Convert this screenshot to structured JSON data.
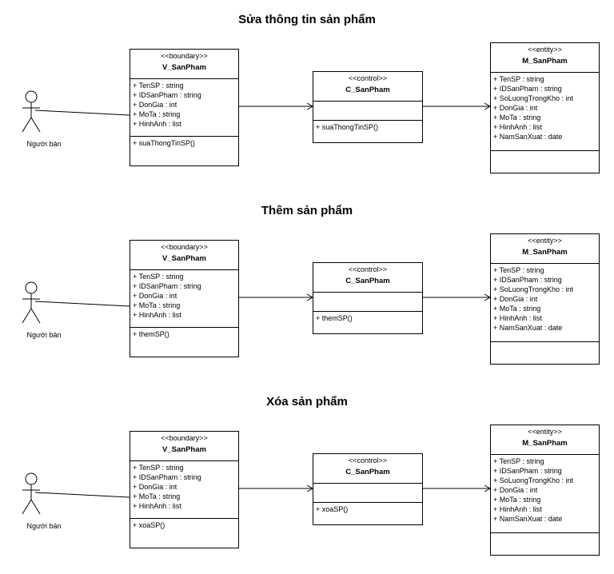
{
  "sections": [
    {
      "title": "Sửa thông tin sản phẩm",
      "actor": "Người bán",
      "boundary": {
        "stereotype": "<<boundary>>",
        "name": "V_SanPham",
        "attributes": [
          "+ TenSP : string",
          "+ IDSanPham : string",
          "+ DonGia : int",
          "+ MoTa : string",
          "+ HinhAnh : list"
        ],
        "operations": [
          "+ suaThongTinSP()"
        ]
      },
      "control": {
        "stereotype": "<<control>>",
        "name": "C_SanPham",
        "operations": [
          "+ suaThongTinSP()"
        ]
      },
      "entity": {
        "stereotype": "<<entity>>",
        "name": "M_SanPham",
        "attributes": [
          "+ TenSP : string",
          "+ IDSanPham : string",
          "+ SoLuongTrongKho : int",
          "+ DonGia : int",
          "+ MoTa : string",
          "+ HinhAnh : list",
          "+ NamSanXuat : date"
        ]
      }
    },
    {
      "title": "Thêm sản phẩm",
      "actor": "Người bán",
      "boundary": {
        "stereotype": "<<boundary>>",
        "name": "V_SanPham",
        "attributes": [
          "+ TenSP : string",
          "+ IDSanPham : string",
          "+ DonGia : int",
          "+ MoTa : string",
          "+ HinhAnh : list"
        ],
        "operations": [
          "+ themSP()"
        ]
      },
      "control": {
        "stereotype": "<<control>>",
        "name": "C_SanPham",
        "operations": [
          "+ themSP()"
        ]
      },
      "entity": {
        "stereotype": "<<entity>>",
        "name": "M_SanPham",
        "attributes": [
          "+ TenSP : string",
          "+ IDSanPham : string",
          "+ SoLuongTrongKho : int",
          "+ DonGia : int",
          "+ MoTa : string",
          "+ HinhAnh : list",
          "+ NamSanXuat : date"
        ]
      }
    },
    {
      "title": "Xóa sản phẩm",
      "actor": "Người bán",
      "boundary": {
        "stereotype": "<<boundary>>",
        "name": "V_SanPham",
        "attributes": [
          "+ TenSP : string",
          "+ IDSanPham : string",
          "+ DonGia : int",
          "+ MoTa : string",
          "+ HinhAnh : list"
        ],
        "operations": [
          "+ xoaSP()"
        ]
      },
      "control": {
        "stereotype": "<<control>>",
        "name": "C_SanPham",
        "operations": [
          "+ xoaSP()"
        ]
      },
      "entity": {
        "stereotype": "<<entity>>",
        "name": "M_SanPham",
        "attributes": [
          "+ TenSP : string",
          "+ IDSanPham : string",
          "+ SoLuongTrongKho : int",
          "+ DonGia : int",
          "+ MoTa : string",
          "+ HinhAnh : list",
          "+ NamSanXuat : date"
        ]
      }
    }
  ]
}
